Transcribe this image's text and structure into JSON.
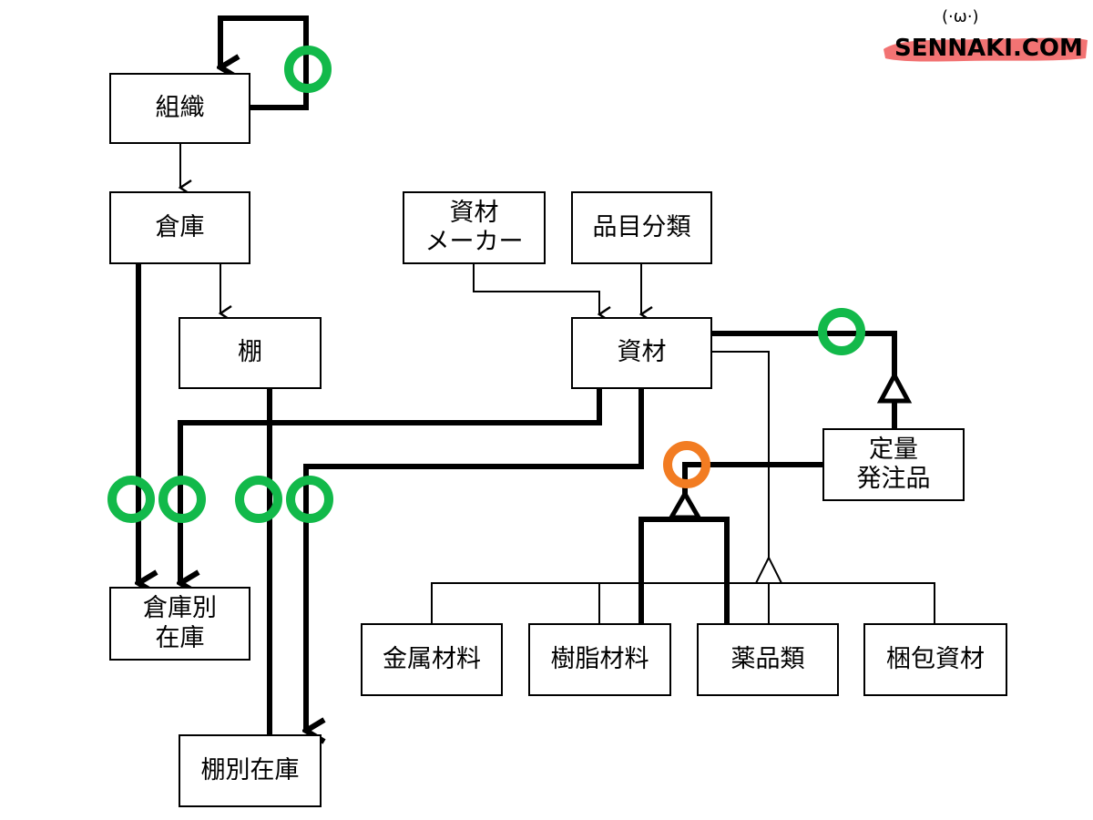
{
  "logo": {
    "text": "SENNAKI.COM",
    "face": "(·ω·)"
  },
  "colors": {
    "line": "#000000",
    "mandatory_marker": "#12b94a",
    "optional_marker": "#f27c22",
    "logo_brush": "#f05a5a"
  },
  "entities": {
    "soshiki": "組織",
    "souko": "倉庫",
    "tana": "棚",
    "souko_betsu_zaiko": "倉庫別\n在庫",
    "tana_betsu_zaiko": "棚別在庫",
    "shizai_maker": "資材\nメーカー",
    "hinmoku_bunrui": "品目分類",
    "shizai": "資材",
    "teiryou_hacchuuhin": "定量\n発注品",
    "kinzoku_zairyou": "金属材料",
    "jushi_zairyou": "樹脂材料",
    "yakuhin_rui": "薬品類",
    "konpou_shizai": "梱包資材"
  }
}
